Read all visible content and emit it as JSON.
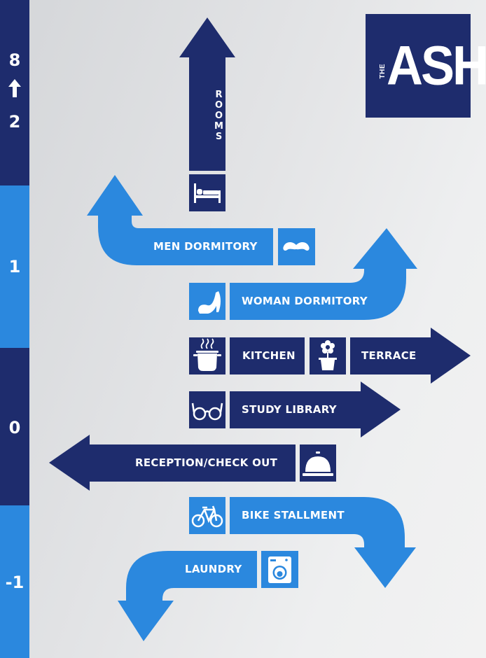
{
  "colors": {
    "dark_navy": "#1e2c6d",
    "light_blue": "#2b88de",
    "white": "#ffffff"
  },
  "logo": {
    "small": "THE",
    "main": "ASH"
  },
  "floors": [
    {
      "top_label": "8",
      "bottom_label": "2",
      "arrow_icon": "arrow-up-icon"
    },
    {
      "label": "1"
    },
    {
      "label": "0"
    },
    {
      "label": "-1"
    }
  ],
  "signs": {
    "rooms": {
      "label": "ROOMS",
      "icon": "bed-icon"
    },
    "men_dormitory": {
      "label": "MEN DORMITORY",
      "icon": "mustache-icon"
    },
    "woman_dormitory": {
      "label": "WOMAN DORMITORY",
      "icon": "high-heel-icon"
    },
    "kitchen": {
      "label": "KITCHEN",
      "icon": "cooking-pot-icon"
    },
    "terrace": {
      "label": "TERRACE",
      "icon": "flower-pot-icon"
    },
    "study_library": {
      "label": "STUDY LIBRARY",
      "icon": "glasses-icon"
    },
    "reception": {
      "label": "RECEPTION/CHECK OUT",
      "icon": "service-bell-icon"
    },
    "bike_stallment": {
      "label": "BIKE STALLMENT",
      "icon": "bicycle-icon"
    },
    "laundry": {
      "label": "LAUNDRY",
      "icon": "washing-machine-icon"
    }
  }
}
